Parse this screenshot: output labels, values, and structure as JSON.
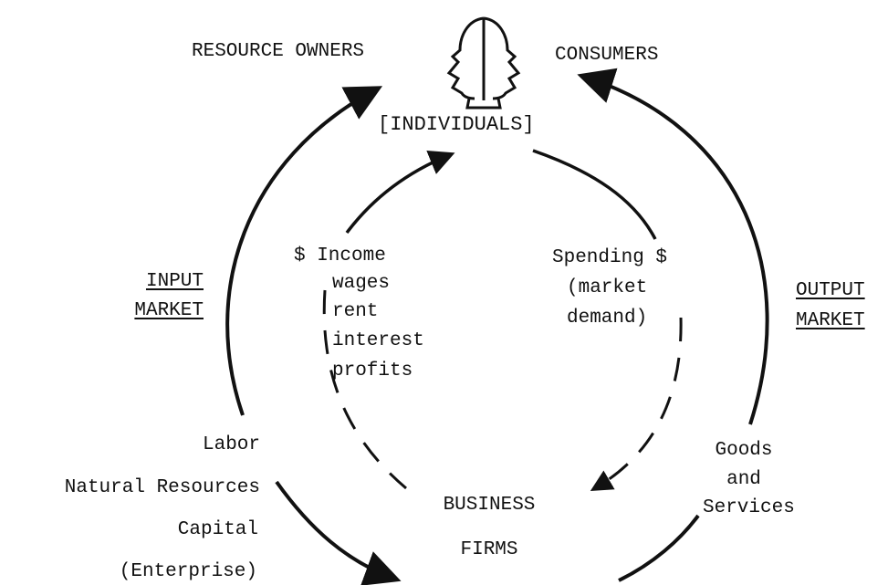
{
  "diagram": {
    "top_left_label": "RESOURCE OWNERS",
    "top_right_label": "CONSUMERS",
    "center_top_label": "[INDIVIDUALS]",
    "input_market": [
      "INPUT",
      "MARKET"
    ],
    "output_market": [
      "OUTPUT",
      "MARKET"
    ],
    "income_lines": [
      "$ Income",
      "wages",
      "rent",
      "interest",
      "profits"
    ],
    "spending_lines": [
      "Spending $",
      "(market",
      "demand)"
    ],
    "resources": [
      "Labor",
      "Natural Resources",
      "Capital",
      "(Enterprise)"
    ],
    "goods_lines": [
      "Goods",
      "and",
      "Services"
    ],
    "business_firms": [
      "BUSINESS",
      "FIRMS"
    ],
    "head_icon": "two-faced-head-icon"
  }
}
